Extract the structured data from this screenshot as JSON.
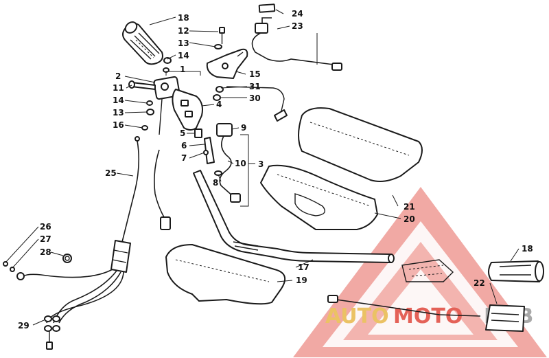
{
  "watermark": {
    "text_part_1": "AUTO",
    "text_part_2": "MOTO",
    "text_part_3": "HUB",
    "color_gold": "#e8b84a",
    "color_red": "#e0473c",
    "color_gray": "#9a9a9a"
  },
  "callouts": {
    "c1": "1",
    "c2": "2",
    "c3": "3",
    "c4": "4",
    "c5": "5",
    "c6": "6",
    "c7": "7",
    "c8": "8",
    "c9": "9",
    "c10": "10",
    "c11": "11",
    "c12": "12",
    "c13a": "13",
    "c13b": "13",
    "c14a": "14",
    "c14b": "14",
    "c15": "15",
    "c16": "16",
    "c17": "17",
    "c18a": "18",
    "c18b": "18",
    "c19": "19",
    "c20": "20",
    "c21": "21",
    "c22": "22",
    "c23": "23",
    "c24": "24",
    "c25": "25",
    "c26": "26",
    "c27": "27",
    "c28": "28",
    "c29": "29",
    "c30": "30",
    "c31": "31"
  }
}
